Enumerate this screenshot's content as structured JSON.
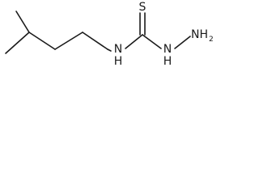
{
  "molecule": {
    "atoms": {
      "sulfur": "S",
      "amide_nitrogen": "N",
      "amide_hydrogen": "H",
      "hydrazine_nitrogen": "N",
      "hydrazine_hydrogen": "H",
      "terminal_amine": "NH",
      "terminal_amine_subscript": "2"
    }
  }
}
